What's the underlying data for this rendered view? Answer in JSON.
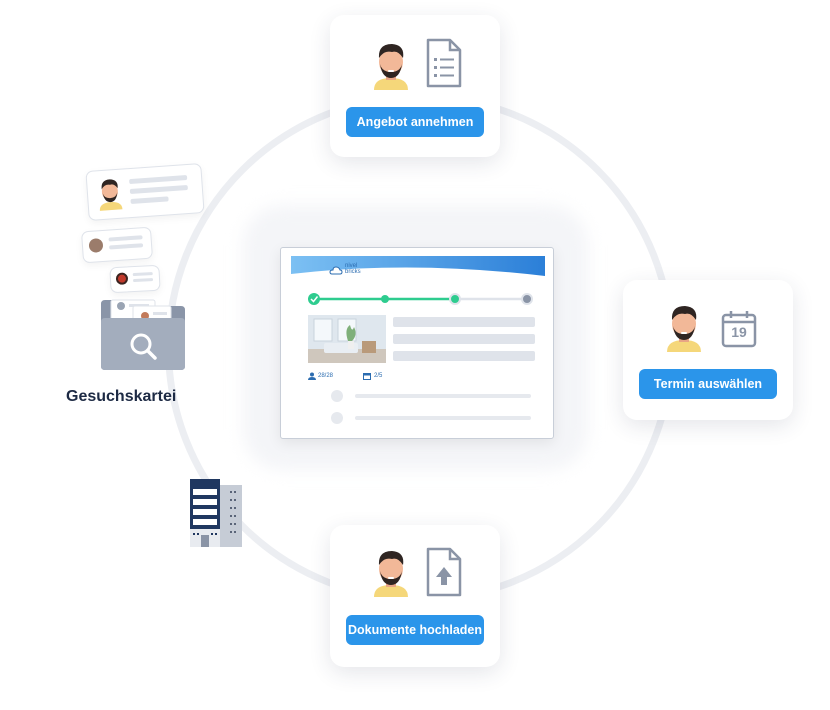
{
  "cards": {
    "top": {
      "button_label": "Angebot annehmen",
      "person_icon": "person-avatar-icon",
      "doc_icon": "document-list-icon"
    },
    "right": {
      "button_label": "Termin auswählen",
      "person_icon": "person-avatar-icon",
      "calendar_icon": "calendar-icon",
      "calendar_day": "19"
    },
    "bottom": {
      "button_label": "Dokumente hochladen",
      "person_icon": "person-avatar-icon",
      "doc_icon": "document-upload-icon"
    }
  },
  "left": {
    "label": "Gesuchskartei",
    "folder_icon": "folder-search-icon",
    "building_icon": "building-icon"
  },
  "screen": {
    "logo_text_1": "nivel",
    "logo_text_2": "bricks",
    "stat_1": "28/28",
    "stat_2": "2/5"
  },
  "colors": {
    "accent": "#2b95ea",
    "ring": "#eceef2",
    "progress": "#2ecc8f",
    "navy": "#1d2a44"
  }
}
